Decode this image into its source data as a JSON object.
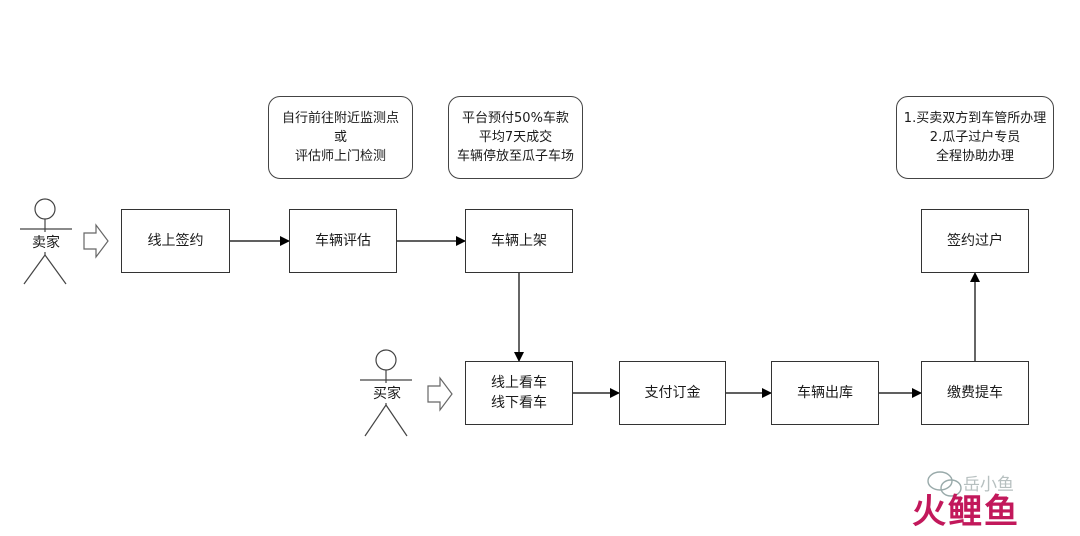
{
  "seller": {
    "label": "卖家"
  },
  "buyer": {
    "label": "买家"
  },
  "steps": {
    "online_sign": "线上签约",
    "vehicle_eval": "车辆评估",
    "vehicle_listing": "车辆上架",
    "viewing": "线上看车\n线下看车",
    "deposit": "支付订金",
    "vehicle_out": "车辆出库",
    "pay_pickup": "缴费提车",
    "transfer": "签约过户"
  },
  "notes": {
    "inspection": "自行前往附近监测点\n或\n评估师上门检测",
    "prepayment": "平台预付50%车款\n平均7天成交\n车辆停放至瓜子车场",
    "transfer_help": "1.买卖双方到车管所办理\n2.瓜子过户专员\n全程协助办理"
  },
  "watermark": {
    "top": "岳小鱼",
    "bottom_brand": "火鲤鱼"
  }
}
